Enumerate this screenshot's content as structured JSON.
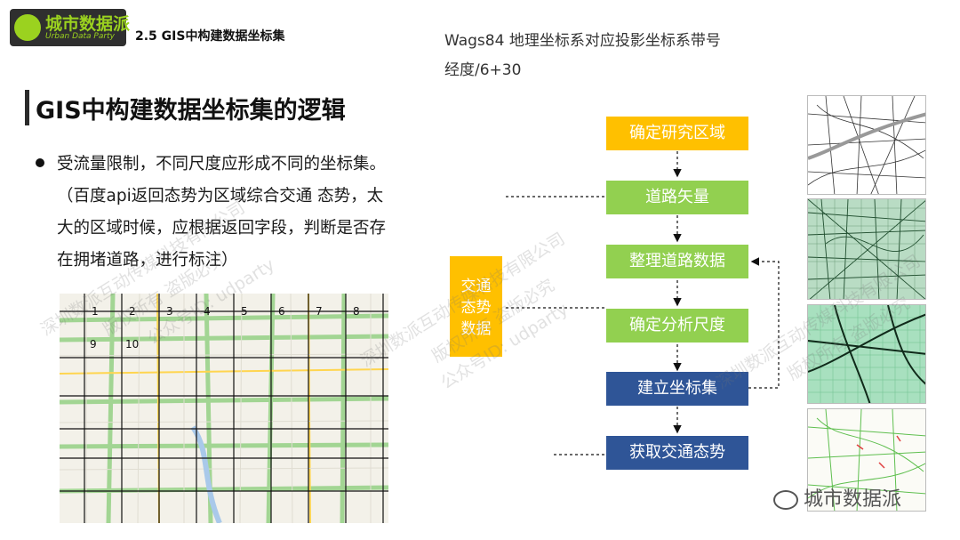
{
  "header": {
    "logo_cn": "城市数据派",
    "logo_en": "Urban Data Party",
    "section": "2.5  GIS中构建数据坐标集",
    "note_line1": "Wags84 地理坐标系对应投影坐标系带号",
    "note_line2": "经度/6+30"
  },
  "main": {
    "heading": "GIS中构建数据坐标集的逻辑",
    "bullet_lines": [
      "受流量限制，不同尺度应形成不同的坐标集。",
      "（百度api返回态势为区域综合交通  态势，太",
      "大的区域时候，应根据返回字段，判断是否存",
      "在拥堵道路，进行标注）"
    ]
  },
  "map": {
    "grid_numbers": [
      "1",
      "2",
      "3",
      "4",
      "5",
      "6",
      "7",
      "8",
      "9",
      "10"
    ]
  },
  "flow": {
    "step1": "确定研究区域",
    "step2": "道路矢量",
    "step3": "整理道路数据",
    "step4": "确定分析尺度",
    "step5": "建立坐标集",
    "step6": "获取交通态势",
    "side_box": "交通态势数据"
  },
  "footer": {
    "brand": "城市数据派"
  },
  "watermarks": {
    "w1": "深圳数派互动传媒科技有限公司",
    "w2": "版权所有 盗版必究",
    "w3": "公众号ID: udparty"
  },
  "colors": {
    "flow_yellow": "#ffc000",
    "flow_green": "#92d050",
    "flow_blue": "#2f5597",
    "logo_green": "#9bd21f"
  }
}
